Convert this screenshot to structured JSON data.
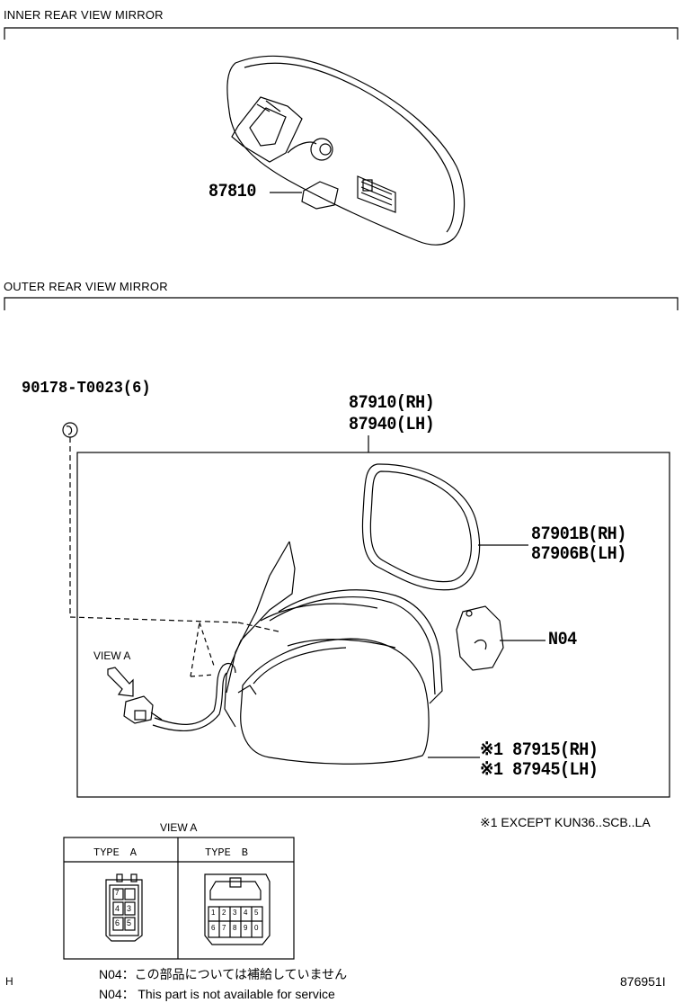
{
  "sections": {
    "inner": "INNER REAR VIEW MIRROR",
    "outer": "OUTER REAR VIEW MIRROR"
  },
  "parts": {
    "inner_mirror_part": "87810",
    "screw": "90178-T0023(6)",
    "outer_rh": "87910(RH)",
    "outer_lh": "87940(LH)",
    "glass_rh": "87901B(RH)",
    "glass_lh": "87906B(LH)",
    "n04": "N04",
    "cover_rh": "※1 87915(RH)",
    "cover_lh": "※1 87945(LH)"
  },
  "view_a_label": "VIEW A",
  "footnote_1": "※1 EXCEPT KUN36..SCB..LA",
  "view_a_table": {
    "title": "VIEW A",
    "col_a": "TYPE　A",
    "col_b": "TYPE　B",
    "type_a_pins": [
      "7",
      "",
      "4",
      "3",
      "6",
      "5"
    ],
    "type_b_pins": [
      "1",
      "2",
      "3",
      "4",
      "5",
      "6",
      "7",
      "8",
      "9",
      "0"
    ]
  },
  "notes": {
    "jp": "N04：この部品については補給していません",
    "en": "N04： This part is not available for service"
  },
  "corner_left": "H",
  "diagram_id": "876951I"
}
